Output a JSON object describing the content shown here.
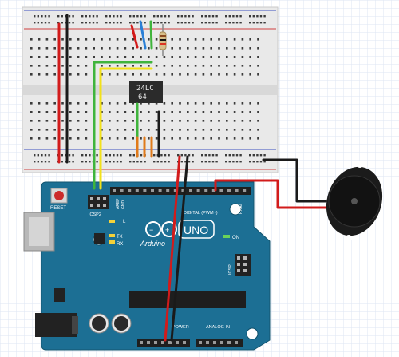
{
  "chip": {
    "line1": "24LC",
    "line2": "64"
  },
  "arduino": {
    "reset_label": "RESET",
    "icsp2_label": "ICSP2",
    "l_label": "L",
    "tx_label": "TX",
    "rx_label": "RX",
    "brand_label": "Arduino",
    "model_label": "UNO",
    "on_label": "ON",
    "icsp_label": "ICSP",
    "digital_label": "DIGITAL (PWM~)",
    "power_label": "POWER",
    "analog_label": "ANALOG IN",
    "aref_label": "AREF",
    "gnd_label": "GND",
    "tx1_label": "TX▸1",
    "rx0_label": "RX◂0"
  },
  "colors": {
    "board": "#1c6f94",
    "wire_red": "#d21b1b",
    "wire_black": "#1a1a1a",
    "wire_yellow": "#f2e11a",
    "wire_green": "#3fb43c",
    "wire_orange": "#e07a1a",
    "wire_blue": "#2a7fd6"
  }
}
